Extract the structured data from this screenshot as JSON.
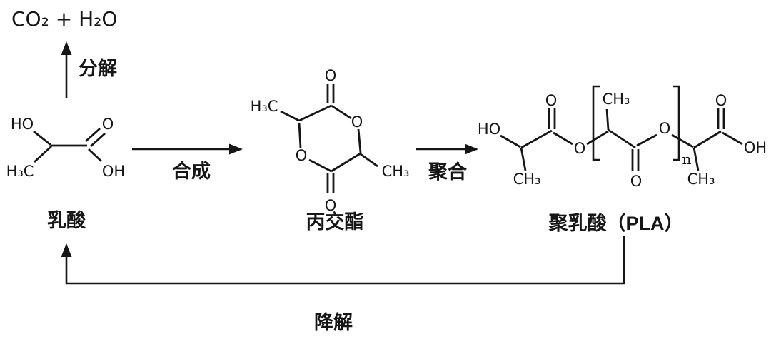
{
  "colors": {
    "ink": "#161616",
    "background": "#ffffff"
  },
  "labels": {
    "byproducts": "CO₂ + H₂O",
    "decompose": "分解",
    "synthesize": "合成",
    "polymerize": "聚合",
    "degrade": "降解"
  },
  "molecules": {
    "lactic_acid": {
      "name": "乳酸",
      "atoms": {
        "ho": "HO",
        "h3c": "H₃C",
        "o": "O",
        "oh": "OH"
      }
    },
    "lactide": {
      "name": "丙交酯",
      "atoms": {
        "h3c": "H₃C",
        "ch3": "CH₃",
        "o_top": "O",
        "o_right": "O",
        "o_bottom": "O",
        "o_left": "O"
      }
    },
    "pla": {
      "name": "聚乳酸（PLA）",
      "repeat_subscript": "n",
      "atoms": {
        "ho": "HO",
        "ch3_end_left": "CH₃",
        "o_carbonyl_left": "O",
        "o_ester_left": "O",
        "ch3_repeat": "CH₃",
        "o_carbonyl_repeat": "O",
        "o_ester_right": "O",
        "ch3_end_right": "CH₃",
        "o_carbonyl_right": "O",
        "oh": "OH"
      }
    }
  }
}
